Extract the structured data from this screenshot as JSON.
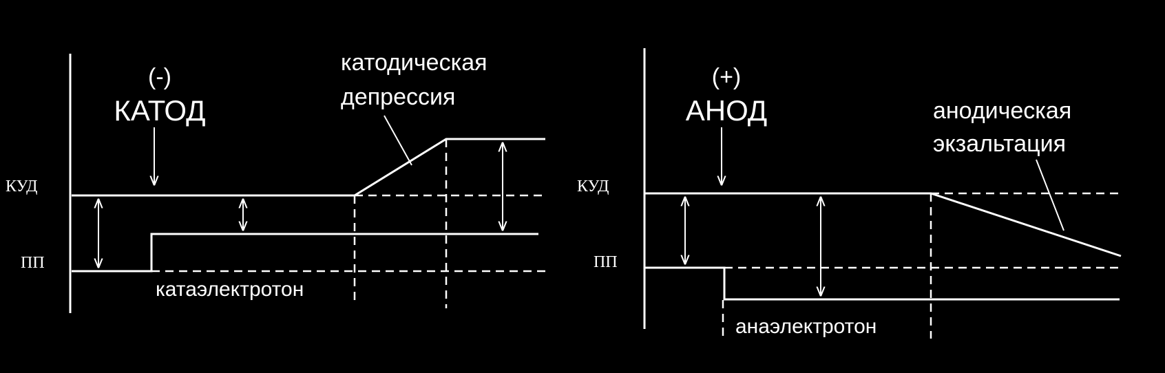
{
  "colors": {
    "background": "#000000",
    "foreground": "#ffffff"
  },
  "left_panel": {
    "polarity": "(-)",
    "electrode": "КАТОД",
    "level_upper": "КУД",
    "level_lower": "ПП",
    "phase_label": "катаэлектротон",
    "annotation_line1": "катодическая",
    "annotation_line2": "депрессия"
  },
  "right_panel": {
    "polarity": "(+)",
    "electrode": "АНОД",
    "level_upper": "КУД",
    "level_lower": "ПП",
    "phase_label": "анаэлектротон",
    "annotation_line1": "анодическая",
    "annotation_line2": "экзальтация"
  }
}
